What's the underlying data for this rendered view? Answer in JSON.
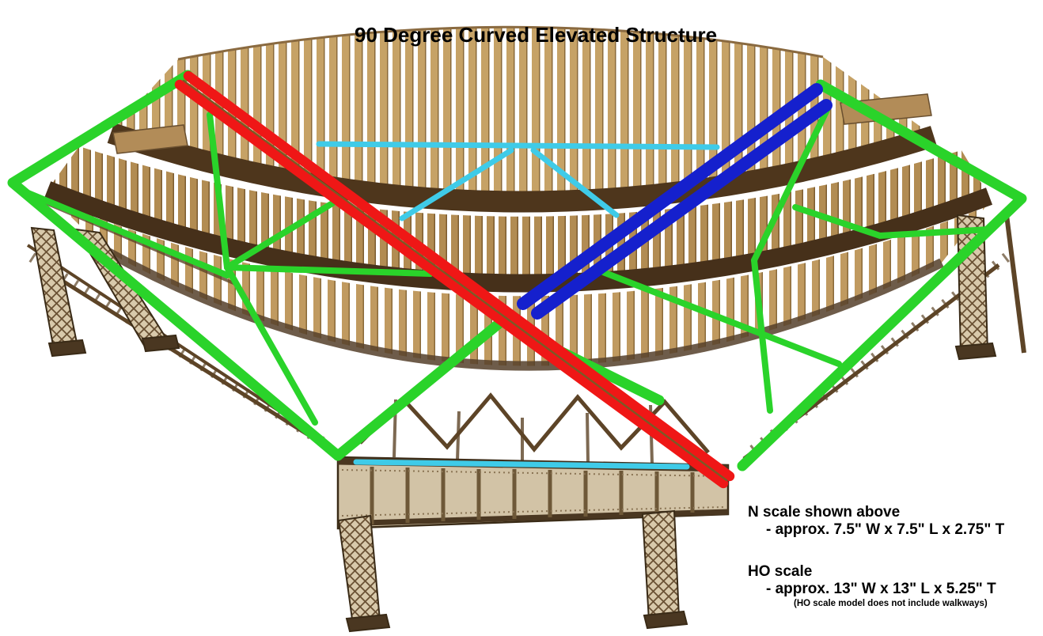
{
  "title": "90 Degree Curved Elevated Structure",
  "notes": {
    "n_scale_heading": "N scale shown above",
    "n_scale_dims": "- approx. 7.5\" W x 7.5\" L x 2.75\" T",
    "ho_scale_heading": "HO scale",
    "ho_scale_dims": "- approx. 13\" W x 13\" L x 5.25\" T",
    "ho_scale_note": "(HO scale model does not include walkways)"
  },
  "colors": {
    "background": "#ffffff",
    "text": "#000000",
    "overlay_green": "#2ad32a",
    "overlay_red": "#ef1716",
    "overlay_red_centerline": "#7a5a26",
    "overlay_blue": "#1520cd",
    "overlay_cyan": "#3fcbe8",
    "wood_tie_light": "#c6a266",
    "wood_tie_mid": "#b28c52",
    "wood_fascia_dark": "#4e361c",
    "wood_truss": "#6b5233",
    "girder_panel": "#d2c3a6"
  },
  "overlay_lines": [
    {
      "name": "red-double-line",
      "color_key": "overlay_red"
    },
    {
      "name": "blue-double-line",
      "color_key": "overlay_blue"
    },
    {
      "name": "green-perimeter-and-braces",
      "color_key": "overlay_green"
    },
    {
      "name": "cyan-lines",
      "color_key": "overlay_cyan"
    }
  ],
  "subject": "wooden model of a curved elevated track structure on lattice bents with riveted girder"
}
